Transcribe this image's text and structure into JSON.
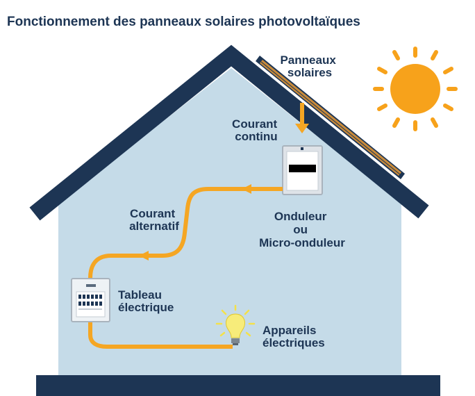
{
  "title": "Fonctionnement des panneaux solaires photovoltaïques",
  "labels": {
    "panels": [
      "Panneaux",
      "solaires"
    ],
    "dc": [
      "Courant",
      "continu"
    ],
    "inverter": [
      "Onduleur",
      "ou",
      "Micro-onduleur"
    ],
    "ac": [
      "Courant",
      "alternatif"
    ],
    "board": [
      "Tableau",
      "électrique"
    ],
    "appliances": [
      "Appareils",
      "électriques"
    ]
  },
  "colors": {
    "title": "#1d3554",
    "house_wall": "#c5dbe8",
    "roof": "#1d3554",
    "wire": "#f5a623",
    "sun": "#f7a21b",
    "inverter_body": "#dfe3e8",
    "panel_frame": "#1d3554",
    "bulb": "#f4e14a"
  },
  "icons": [
    "sun-icon",
    "solar-panel-icon",
    "inverter-icon",
    "electrical-panel-icon",
    "light-bulb-icon"
  ]
}
